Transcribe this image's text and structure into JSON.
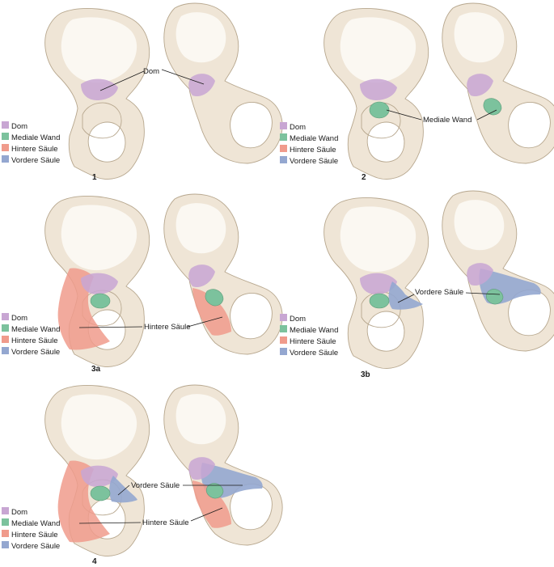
{
  "colors": {
    "dom": "#c8a6d3",
    "mediale_wand": "#7cc29d",
    "hintere_saeule": "#f09b8c",
    "vordere_saeule": "#94a7d0",
    "bone": "#efe5d6",
    "bone_outline": "#b7a78e"
  },
  "legend": {
    "dom": "Dom",
    "mediale_wand": "Mediale Wand",
    "hintere_saeule": "Hintere Säule",
    "vordere_saeule": "Vordere Säule"
  },
  "panels": [
    {
      "number": "1",
      "callouts": [
        "Dom"
      ]
    },
    {
      "number": "2",
      "callouts": [
        "Mediale Wand"
      ]
    },
    {
      "number": "3a",
      "callouts": [
        "Hintere Säule"
      ]
    },
    {
      "number": "3b",
      "callouts": [
        "Vordere Säule"
      ]
    },
    {
      "number": "4",
      "callouts": [
        "Vordere Säule",
        "Hintere Säule"
      ]
    }
  ]
}
